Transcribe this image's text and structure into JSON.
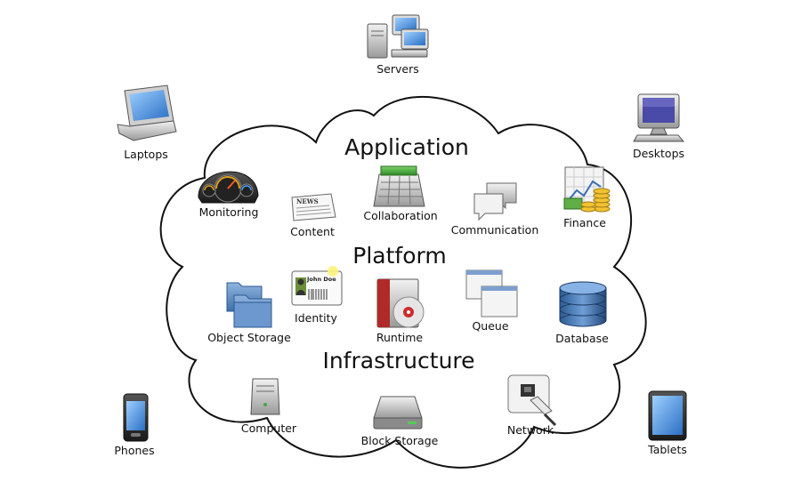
{
  "sections": {
    "application": "Application",
    "platform": "Platform",
    "infrastructure": "Infrastructure"
  },
  "clients": {
    "servers": "Servers",
    "laptops": "Laptops",
    "desktops": "Desktops",
    "phones": "Phones",
    "tablets": "Tablets"
  },
  "application_items": {
    "monitoring": "Monitoring",
    "content": "Content",
    "collaboration": "Collaboration",
    "communication": "Communication",
    "finance": "Finance"
  },
  "platform_items": {
    "object_storage": "Object Storage",
    "identity": "Identity",
    "runtime": "Runtime",
    "queue": "Queue",
    "database": "Database"
  },
  "infrastructure_items": {
    "computer": "Computer",
    "block_storage": "Block Storage",
    "network": "Network"
  },
  "icon_text": {
    "news": "NEWS",
    "john_doe": "John Doe"
  }
}
